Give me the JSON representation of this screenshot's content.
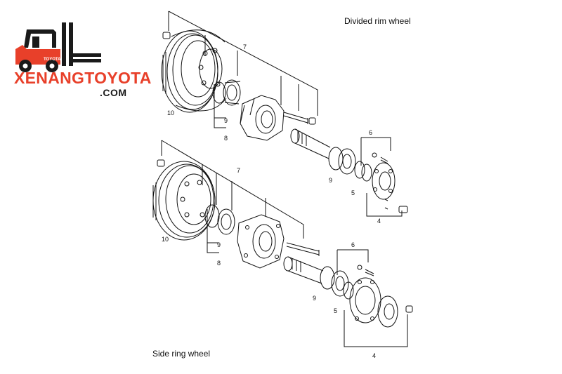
{
  "logo": {
    "brand_text": "XENANGTOYOTA",
    "domain_text": ".COM",
    "badge_text": "TOYOTA",
    "accent_color": "#e8402a",
    "dark_color": "#1a1a1a",
    "icon": "forklift-icon"
  },
  "diagram": {
    "top_title": "Divided rim wheel",
    "bottom_title": "Side ring wheel",
    "top_callouts": {
      "c7": "7",
      "c10": "10",
      "c9a": "9",
      "c8": "8",
      "c6": "6",
      "c9b": "9",
      "c5": "5",
      "c4": "4"
    },
    "bottom_callouts": {
      "c7": "7",
      "c10": "10",
      "c9a": "9",
      "c8": "8",
      "c6": "6",
      "c9b": "9",
      "c5": "5",
      "c4": "4"
    }
  }
}
